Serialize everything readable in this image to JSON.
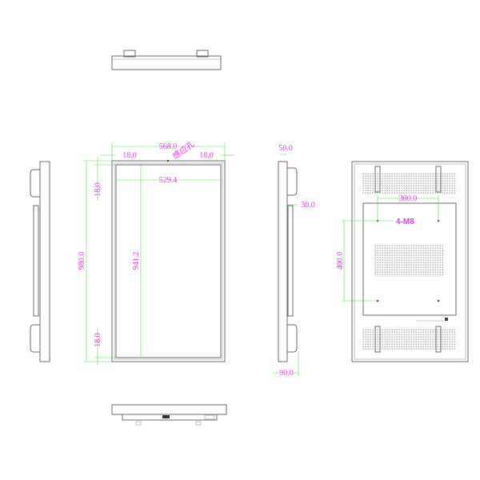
{
  "drawing": {
    "colors": {
      "outline": "#6d6d6d",
      "dimension_line": "#5fd35f",
      "dimension_text": "#e83be8"
    },
    "front_view": {
      "overall_width": "568.0",
      "left_bezel": "18.0",
      "right_bezel": "18.0",
      "sensor_label": "感应孔",
      "screen_width": "529.4",
      "overall_height": "980.0",
      "screen_height": "941.2",
      "top_bezel": "18.0",
      "bottom_bezel": "18.0"
    },
    "side_view": {
      "bezel_depth": "50.0",
      "body_depth": "30.0",
      "total_depth": "90.0"
    },
    "back_view": {
      "vesa_horizontal": "300.0",
      "vesa_vertical": "400.0",
      "screw_spec": "4-M8"
    }
  }
}
